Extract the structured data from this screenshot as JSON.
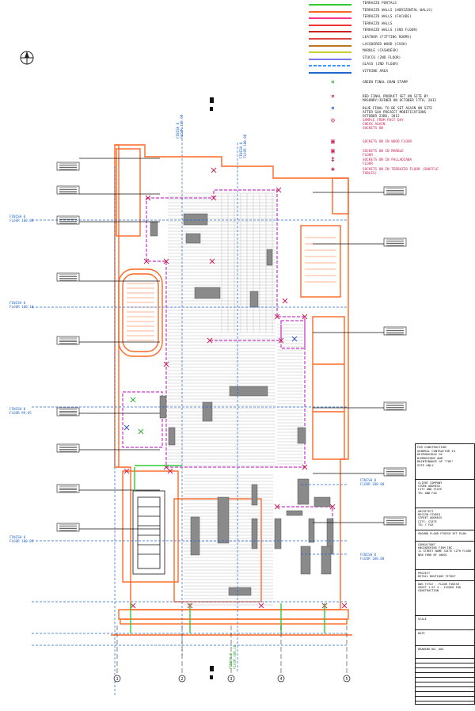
{
  "legend": {
    "lines": [
      {
        "label": "TERRAZZO PORTALS",
        "color": "#33cc33",
        "style": "solid"
      },
      {
        "label": "TERRAZZO WALLS (HORIZONTAL WALLS)",
        "color": "#ff6622",
        "style": "solid"
      },
      {
        "label": "TERRAZZO WALLS (FACADE)",
        "color": "#ff3388",
        "style": "solid"
      },
      {
        "label": "TERRAZZO WALLS",
        "color": "#ee3333",
        "style": "solid"
      },
      {
        "label": "TERRAZZO WALLS (3RD FLOOR)",
        "color": "#cc2222",
        "style": "solid"
      },
      {
        "label": "LEATHER (FITTING ROOMS)",
        "color": "#dd4444",
        "style": "solid"
      },
      {
        "label": "LACQUERED WOOD (CASH)",
        "color": "#bb7722",
        "style": "solid"
      },
      {
        "label": "MARBLE (CASHDESK)",
        "color": "#cccc33",
        "style": "solid"
      },
      {
        "label": "STUCCO (2ND FLOOR)",
        "color": "#7777ee",
        "style": "solid"
      },
      {
        "label": "GLASS (2ND FLOOR)",
        "color": "#3399ff",
        "style": "dashed"
      },
      {
        "label": "VITRINE AREA",
        "color": "#2266cc",
        "style": "solid"
      }
    ],
    "markers": [
      {
        "symbol": "×",
        "color": "#33aa33",
        "label": "GREEN FINAL GRAN STAMP"
      },
      {
        "symbol": "×",
        "color": "#cc2255",
        "label": "RED FINAL PRODUCT SET ON SITE BY\nMASONRY/JOINER ON OCTOBER 17TH, 2012"
      },
      {
        "symbol": "×",
        "color": "#3355cc",
        "label": "BLUE FINAL TO BE SET AGAIN ON SITE\nAFTER GOA PROJECT MODIFICATIONS\nOCTOBER 23RD, 2012"
      },
      {
        "symbol": "◎",
        "color": "#cc2255",
        "label": "SAMPLE FROM POST DAY\nCHECK AGAIN\nSOCKETS ON"
      },
      {
        "symbol": "▣",
        "color": "#cc2255",
        "label": "SOCKETS ON IN WOOD FLOOR"
      },
      {
        "symbol": "▣",
        "color": "#cc2255",
        "label": "SOCKETS ON IN MARBLE\nFLOOR"
      },
      {
        "symbol": "‡",
        "color": "#cc2255",
        "label": "SOCKETS ON IN PALLADIANA\nFLOOR"
      },
      {
        "symbol": "✱",
        "color": "#cc2255",
        "label": "SOCKETS ON IN TERRAZZO FLOOR (SHUFFLE\nTABLES)"
      }
    ]
  },
  "north_arrow": {
    "icon": "north-arrow-icon"
  },
  "plan": {
    "colors": {
      "wall": "#ff6622",
      "facade": "#cc33cc",
      "fixture": "#888888",
      "floor": "#c8c8c8",
      "dim": "#2266cc",
      "grid": "#333333"
    },
    "labels": {
      "left_elev": [
        "FINISH 0\nFLOOR 100.00",
        "FINISH 0\nFLOOR 100.10",
        "FINISH 0\nFLOOR 99.95",
        "FINISH 0\nFLOOR 100.05"
      ],
      "right_elev": [
        "FINISH 0\nFLOOR 100.00",
        "FINISH 0\nFLOOR 100.00"
      ],
      "top_elev": [
        "FINISH 0\nFLOOR 100.00",
        "FINISH 0\nFLOOR 100.00"
      ],
      "bottom_elev": [
        "FINISH 0\nFLOOR 100.10"
      ],
      "grid_marks": [
        "1",
        "2",
        "3",
        "4",
        "5"
      ]
    }
  },
  "title_block": {
    "note": "FOR CONSTRUCTION\nGENERAL CONTRACTOR IS\nRESPONSIBLE OF\nDIMENSIONS AND\nMAINTENANCE OF \"THE\"\nSITE ONLY",
    "sections": [
      "CLIENT COMPANY\nSTORE ADDRESS\nCITY AND STATE\nTEL AND FAX",
      "ARCHITECT\nDESIGN STUDIO\nSTREET ADDRESS\nCITY, STATE\nTEL / FAX",
      "GROUND FLOOR FINISH SET PLAN",
      "CONSULTANT\nENGINEERING FIRM INC.\n11 STREET NAME SUITE 12TH FLOOR\nNEW YORK NY 10001",
      "PROJECT\nRETAIL BOUTIQUE FITOUT",
      "DWG TITLE - FLOOR FINISH\nSHEET 1 OF 4 - ISSUED FOR\nCONSTRUCTION",
      "SCALE",
      "DATE",
      "DRAWING NO. A04"
    ]
  }
}
